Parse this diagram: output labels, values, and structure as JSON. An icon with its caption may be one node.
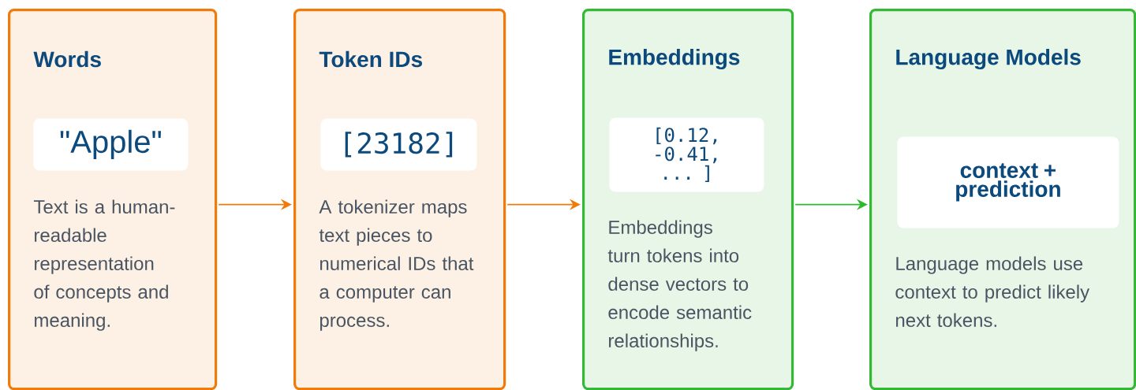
{
  "diagram": {
    "nodes": [
      {
        "text": [
          "Words",
          "Text is a human-readable representation of concepts and meaning."
        ]
      },
      {
        "text": [
          "\"Apple\""
        ],
        "in": 0
      },
      {
        "text": [
          "Token IDs",
          "A tokenizer maps text pieces to numerical IDs that a computer can process."
        ]
      },
      {
        "text": [
          "[23182]"
        ],
        "in": 2
      },
      {
        "text": [
          "Embeddings",
          "Embeddings turn tokens into dense vectors to encode semantic relationships."
        ]
      },
      {
        "text": [
          "[0.12, -0.41, ... ]"
        ],
        "in": 4
      },
      {
        "text": [
          "Language Models",
          "Language models use context to predict likely next tokens."
        ]
      },
      {
        "text": [
          "context + prediction"
        ],
        "in": 6
      }
    ],
    "edges": [
      {
        "from": 0,
        "to": 2,
        "arrow": "to"
      },
      {
        "from": 2,
        "to": 4,
        "arrow": "to"
      },
      {
        "from": 4,
        "to": 6,
        "arrow": "to",
        "color": "#2eb82e"
      }
    ]
  }
}
